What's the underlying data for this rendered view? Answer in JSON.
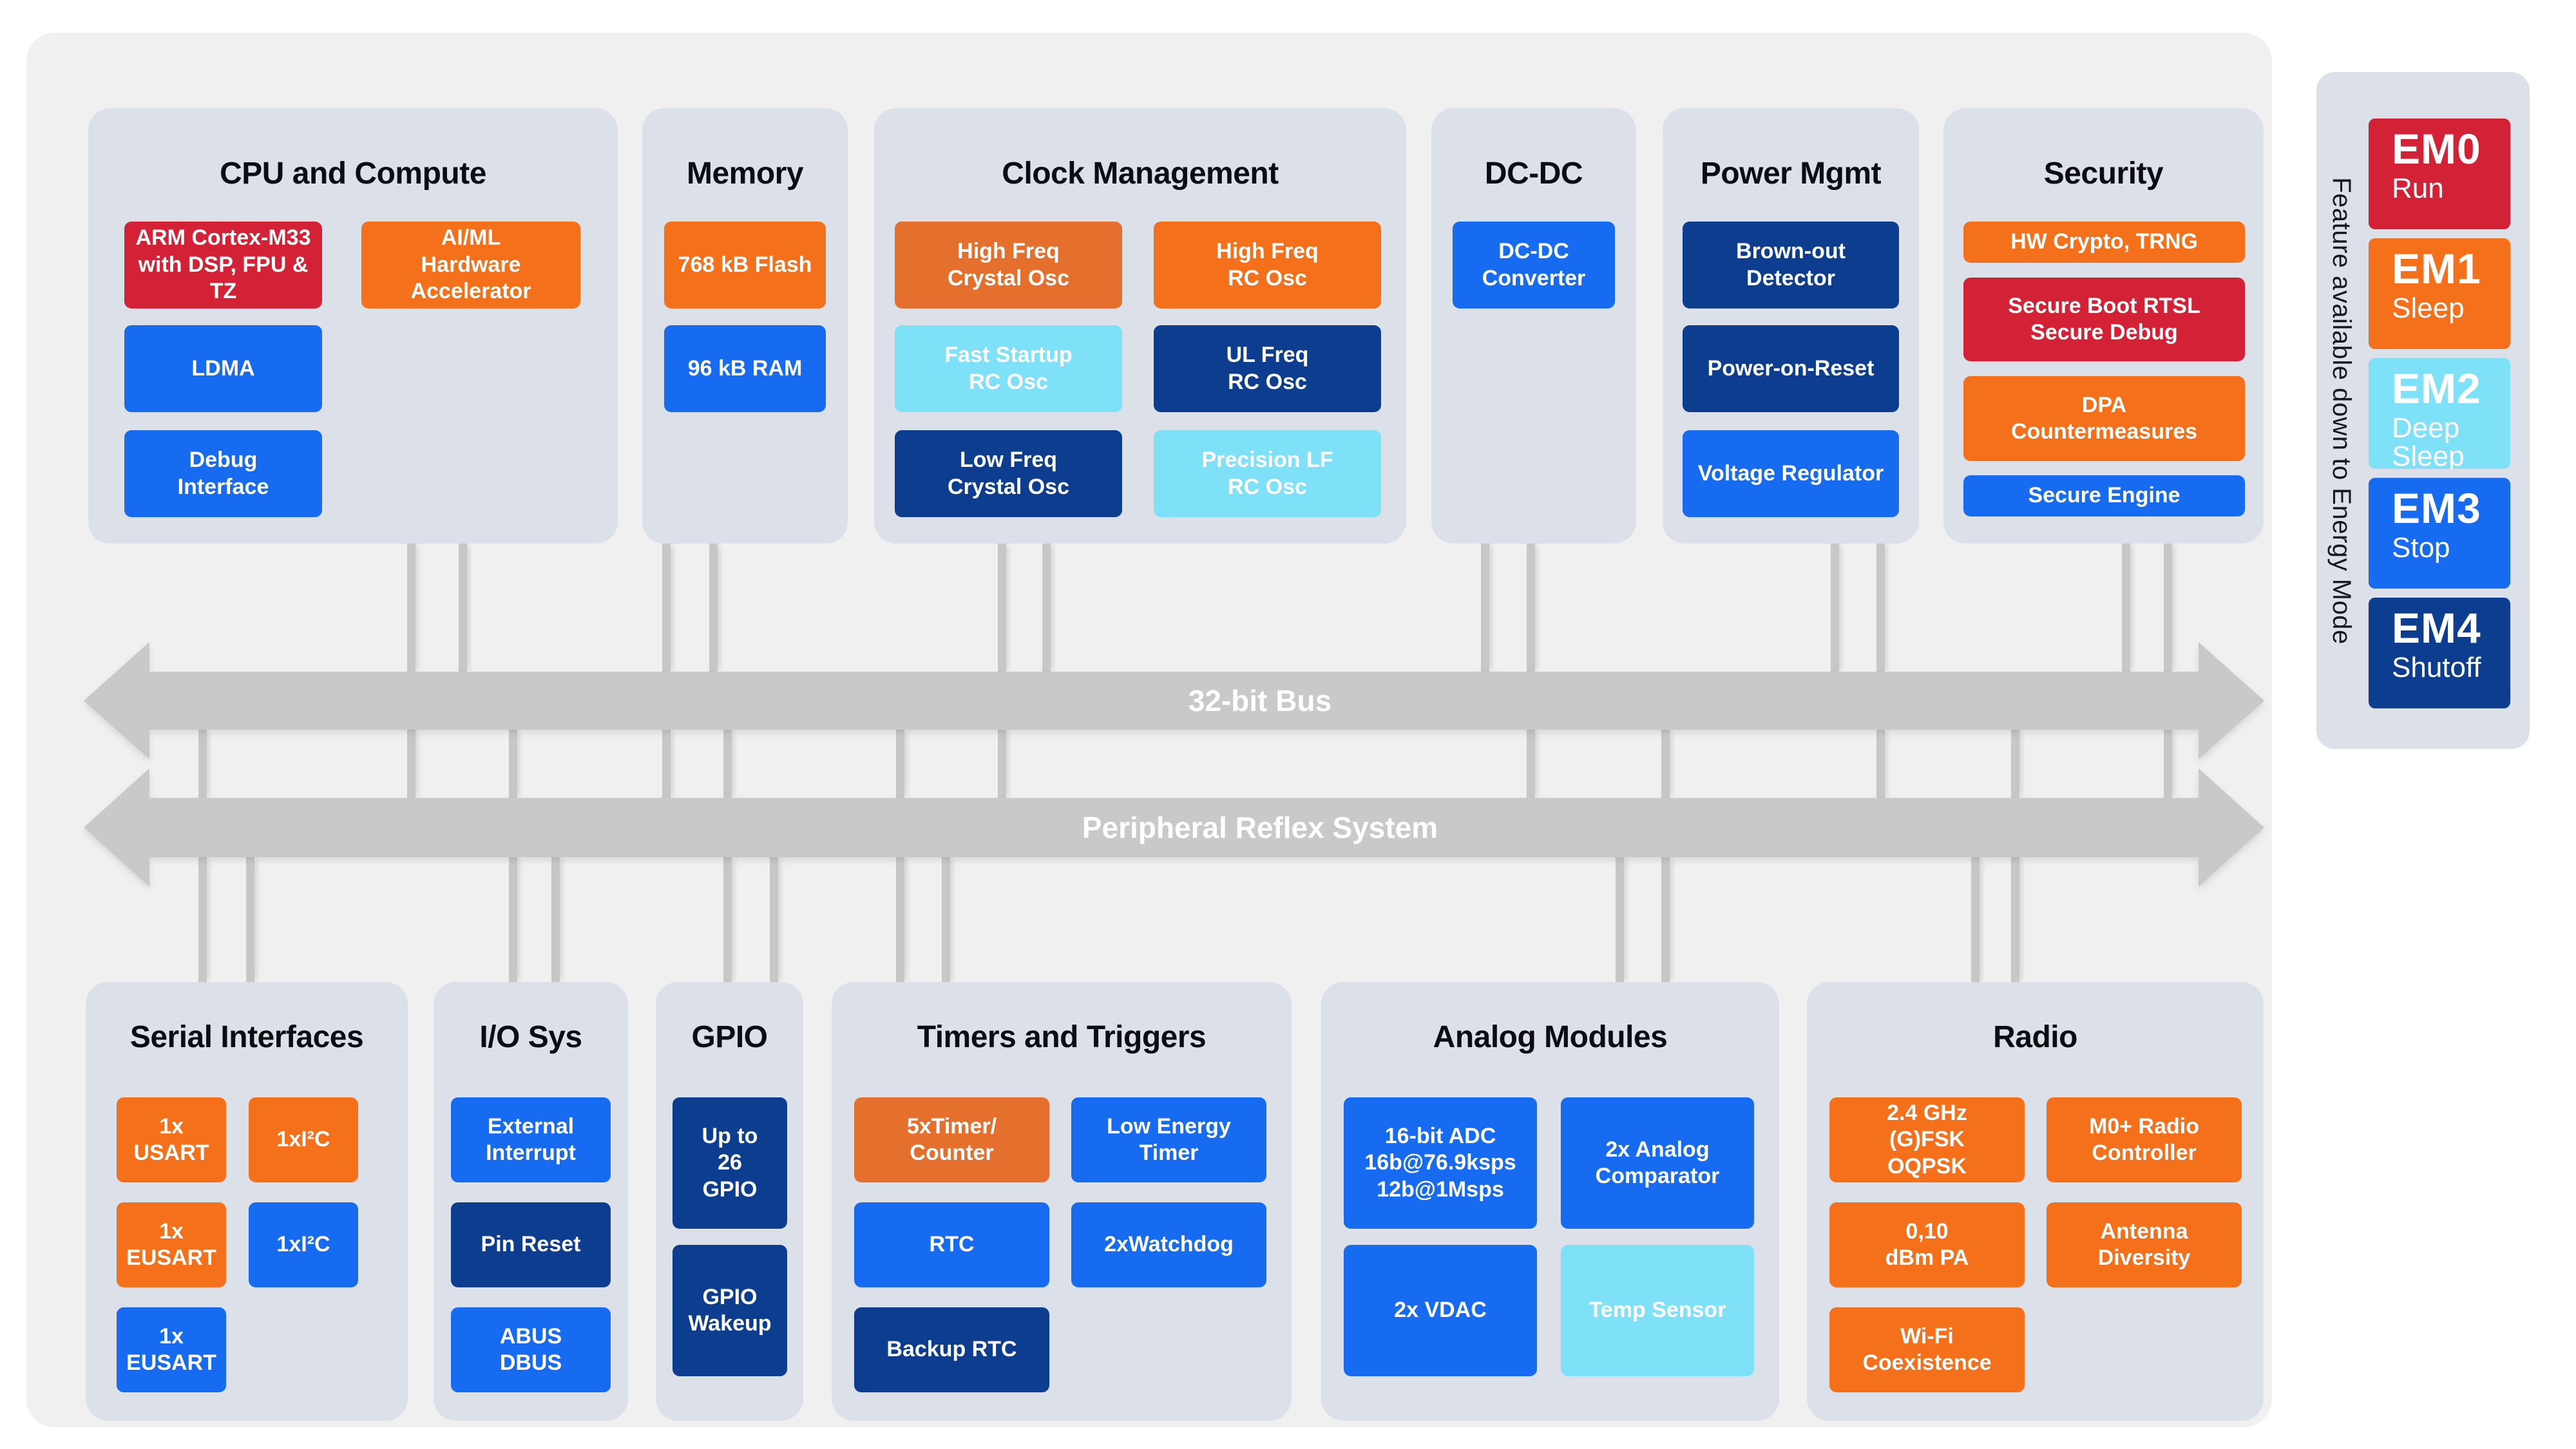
{
  "colors": {
    "page_bg": "#ffffff",
    "chip_bg": "#f0f0f1",
    "section_bg": "#dce1e9",
    "red": "#d32235",
    "orange": "#f4701b",
    "orange_muted": "#e5702e",
    "blue": "#176bf0",
    "navy": "#0d3d8f",
    "cyan": "#7fe1f8",
    "bus_gray": "#c9c9ca",
    "connector_gray": "#c7c7c8",
    "title_text": "#0b0d12",
    "block_text": "#ffffff"
  },
  "buses": {
    "bus1": "32-bit Bus",
    "bus2": "Peripheral Reflex System"
  },
  "sidebar": {
    "label": "Feature available down to Energy Mode",
    "modes": [
      {
        "name": "EM0",
        "sub": "Run",
        "color": "red"
      },
      {
        "name": "EM1",
        "sub": "Sleep",
        "color": "orange"
      },
      {
        "name": "EM2",
        "sub": "Deep Sleep",
        "color": "cyan"
      },
      {
        "name": "EM3",
        "sub": "Stop",
        "color": "blue"
      },
      {
        "name": "EM4",
        "sub": "Shutoff",
        "color": "navy"
      }
    ]
  },
  "sections": {
    "cpu": {
      "title": "CPU and Compute",
      "blocks": {
        "arm": "ARM Cortex-M33\nwith DSP, FPU & TZ",
        "aiml": "AI/ML\nHardware\nAccelerator",
        "ldma": "LDMA",
        "debug": "Debug\nInterface"
      }
    },
    "memory": {
      "title": "Memory",
      "blocks": {
        "flash": "768 kB Flash",
        "ram": "96 kB RAM"
      }
    },
    "clock": {
      "title": "Clock Management",
      "blocks": {
        "hfxo": "High Freq\nCrystal Osc",
        "hfrco": "High Freq\nRC Osc",
        "fsrco": "Fast Startup\nRC Osc",
        "ulfrco": "UL Freq\nRC Osc",
        "lfxo": "Low Freq\nCrystal Osc",
        "plfrco": "Precision LF\nRC Osc"
      }
    },
    "dcdc": {
      "title": "DC-DC",
      "blocks": {
        "converter": "DC-DC\nConverter"
      }
    },
    "power": {
      "title": "Power Mgmt",
      "blocks": {
        "bod": "Brown-out\nDetector",
        "por": "Power-on-Reset",
        "vreg": "Voltage Regulator"
      }
    },
    "security": {
      "title": "Security",
      "blocks": {
        "hwcrypto": "HW Crypto, TRNG",
        "secboot": "Secure Boot RTSL\nSecure Debug",
        "dpa": "DPA\nCountermeasures",
        "engine": "Secure Engine"
      }
    },
    "serial": {
      "title": "Serial Interfaces",
      "blocks": {
        "usart": "1x\nUSART",
        "i2c_a": "1xI²C",
        "eusart_a": "1x\nEUSART",
        "i2c_b": "1xI²C",
        "eusart_b": "1x\nEUSART"
      }
    },
    "io": {
      "title": "I/O Sys",
      "blocks": {
        "extint": "External\nInterrupt",
        "pinreset": "Pin Reset",
        "abus": "ABUS\nDBUS"
      }
    },
    "gpio": {
      "title": "GPIO",
      "blocks": {
        "count": "Up to\n26\nGPIO",
        "wakeup": "GPIO\nWakeup"
      }
    },
    "timers": {
      "title": "Timers and Triggers",
      "blocks": {
        "timer": "5xTimer/\nCounter",
        "letimer": "Low Energy\nTimer",
        "rtc": "RTC",
        "watchdog": "2xWatchdog",
        "backup": "Backup RTC"
      }
    },
    "analog": {
      "title": "Analog Modules",
      "blocks": {
        "adc": "16-bit ADC\n16b@76.9ksps\n12b@1Msps",
        "comparator": "2x Analog\nComparator",
        "vdac": "2x VDAC",
        "temp": "Temp Sensor"
      }
    },
    "radio": {
      "title": "Radio",
      "blocks": {
        "freq": "2.4 GHz\n(G)FSK\nOQPSK",
        "controller": "M0+ Radio\nController",
        "pa": "0,10\ndBm PA",
        "antenna": "Antenna\nDiversity",
        "wifi": "Wi-Fi\nCoexistence"
      }
    }
  }
}
